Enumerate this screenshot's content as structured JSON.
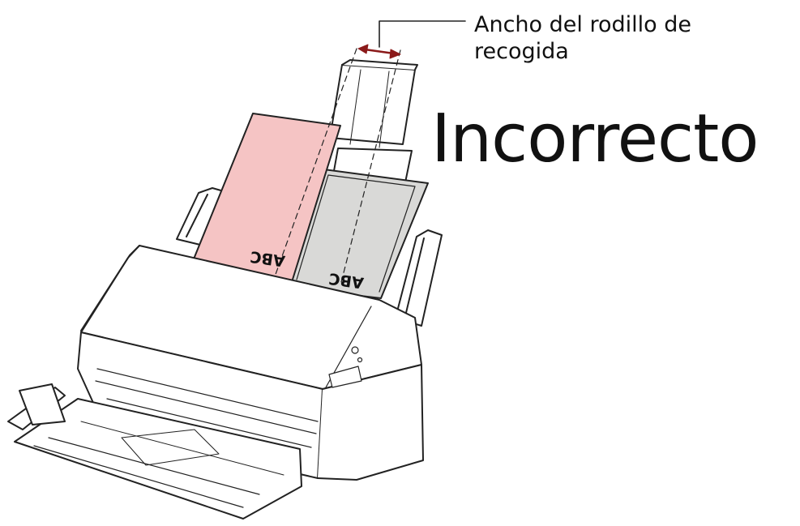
{
  "callout": {
    "line1": "Ancho del rodillo de",
    "line2": "recogida"
  },
  "verdict": "Incorrecto",
  "documents": {
    "front_label": "ABC",
    "back_label": "ABC",
    "front_color": "#f5c4c4",
    "back_color": "#d9d9d7"
  },
  "colors": {
    "outline": "#222222",
    "arrow": "#8b1a1a",
    "background": "#ffffff"
  }
}
